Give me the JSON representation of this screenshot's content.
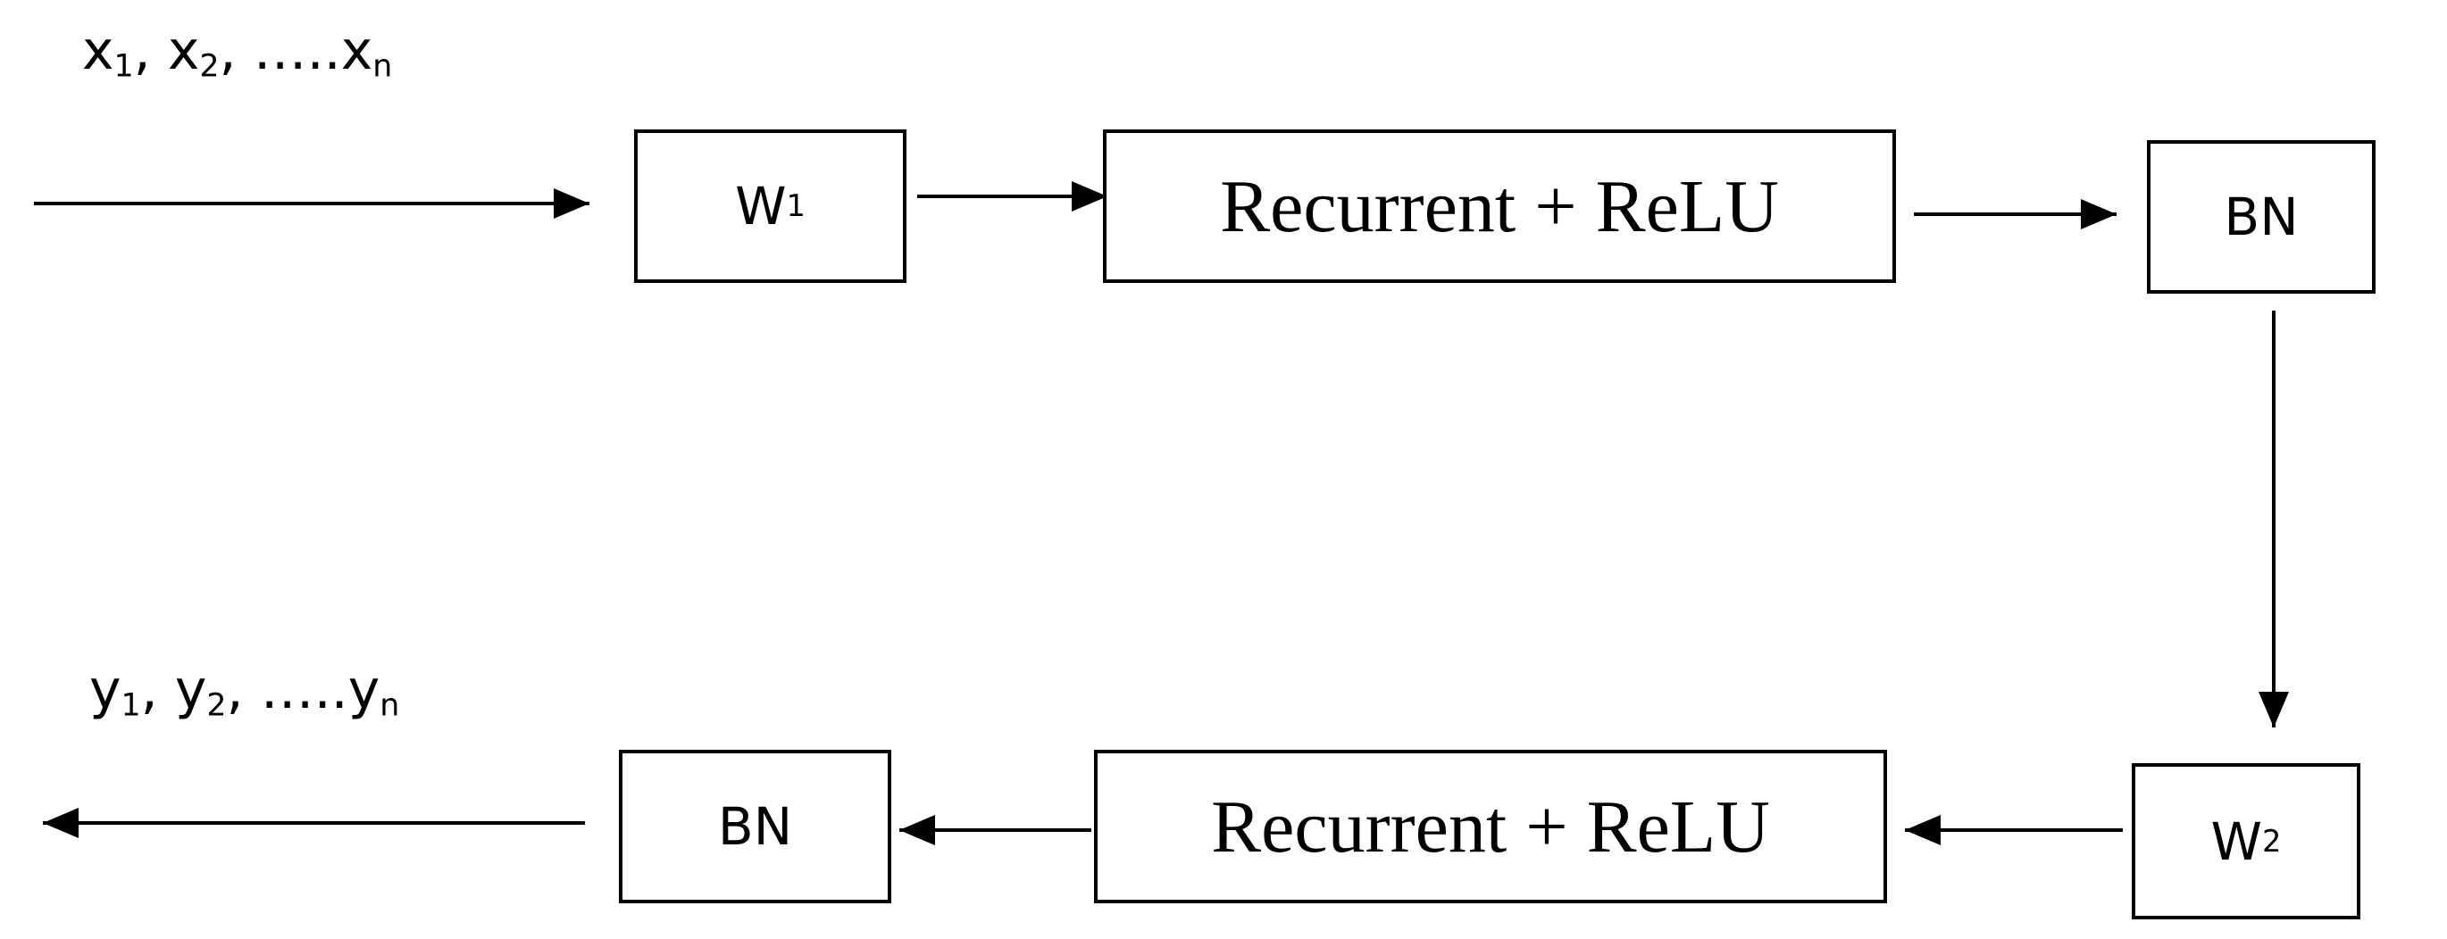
{
  "input_label": {
    "x1": "x",
    "x1_sub": "1",
    "sep1": ", ",
    "x2": "x",
    "x2_sub": "2",
    "sep2": ", …..",
    "xn": "x",
    "xn_sub": "n"
  },
  "output_label": {
    "y1": "y",
    "y1_sub": "1",
    "sep1": ", ",
    "y2": "y",
    "y2_sub": "2",
    "sep2": ", …..",
    "yn": "y",
    "yn_sub": "n"
  },
  "top_row": {
    "w1": "W",
    "w1_sub": "1",
    "recurrent": "Recurrent + ReLU",
    "bn": "BN"
  },
  "bottom_row": {
    "w2": "W",
    "w2_sub": "2",
    "recurrent": "Recurrent + ReLU",
    "bn": "BN"
  },
  "colors": {
    "stroke": "#000000",
    "background": "#ffffff"
  }
}
